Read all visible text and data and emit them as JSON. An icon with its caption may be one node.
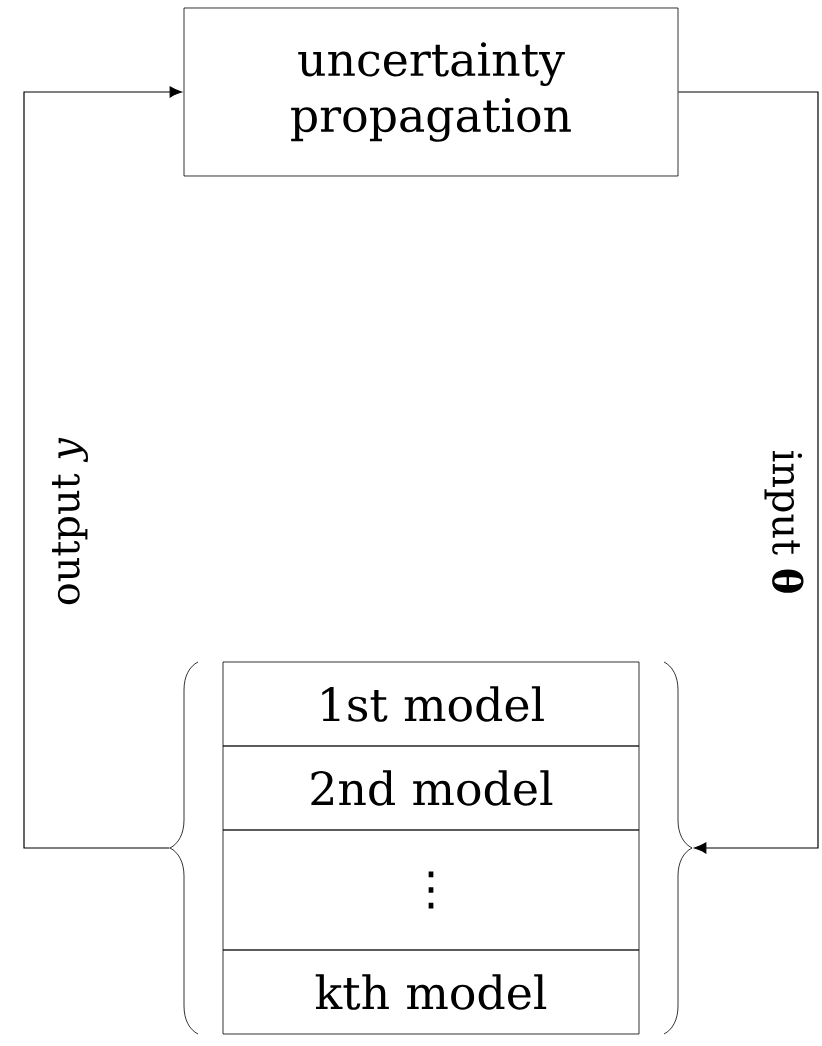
{
  "diagram": {
    "nodes": [
      {
        "text": [
          "uncertainty propagation"
        ]
      },
      {
        "text": [],
        "shape": "box"
      },
      {
        "text": [
          "1st model"
        ],
        "in": 1
      },
      {
        "text": [
          "2nd model"
        ],
        "in": 1
      },
      {
        "text": [
          "⋮"
        ],
        "in": 1
      },
      {
        "text": [
          "kth model"
        ],
        "in": 1
      }
    ],
    "edges": [
      {
        "from": 1,
        "to": 0,
        "arrow": "to",
        "label": "output *y*"
      },
      {
        "from": 0,
        "to": 1,
        "arrow": "to",
        "label": "input **θ**"
      }
    ]
  }
}
